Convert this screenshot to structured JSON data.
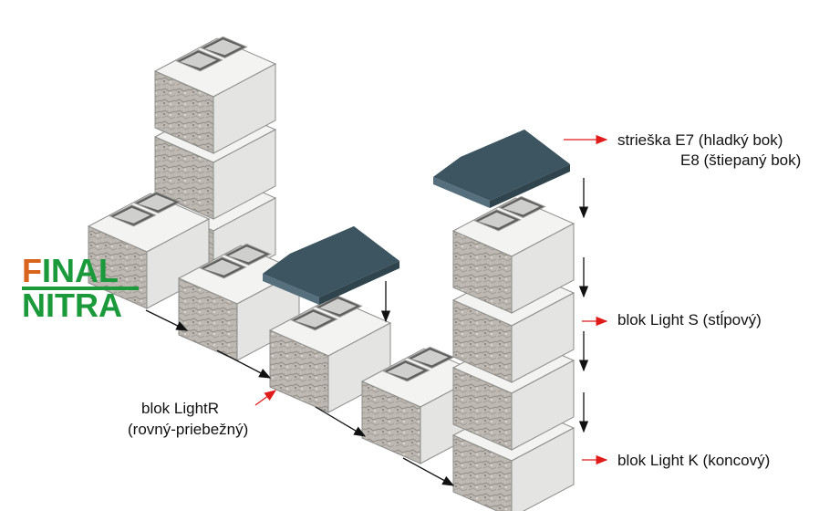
{
  "logo": {
    "line1_first": "F",
    "line1_rest": "INAL",
    "line2": "NITRA",
    "brand_orange": "#d9641e",
    "brand_green": "#1a9a3a"
  },
  "labels": {
    "cap_line1": "strieška E7 (hladký bok)",
    "cap_line2": "E8 (štiepaný bok)",
    "pillar_block": "blok Light S (stĺpový)",
    "end_block": "blok Light K (koncový)",
    "straight_block_line1": "blok LightR",
    "straight_block_line2": "(rovný-priebežný)"
  },
  "colors": {
    "cap": "#3c5560",
    "cap_dark": "#2a3c44",
    "arrow_red": "#e01b1b",
    "arrow_black": "#111111",
    "block_top": "#f3f3f1",
    "block_side": "#e4e4e2",
    "block_face": "#b9b6b0"
  }
}
